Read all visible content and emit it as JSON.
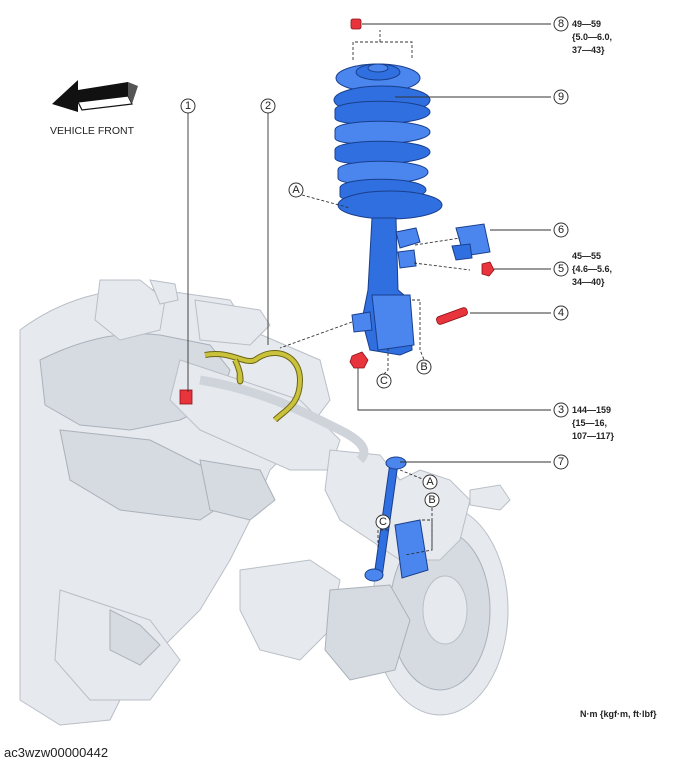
{
  "vehicle_front_label": "VEHICLE FRONT",
  "callouts": {
    "c1": "1",
    "c2": "2",
    "c3": "3",
    "c4": "4",
    "c5": "5",
    "c6": "6",
    "c7": "7",
    "c8": "8",
    "c9": "9"
  },
  "letters": {
    "a_upper": "A",
    "a_lower": "A",
    "b_upper": "B",
    "b_lower": "B",
    "c_upper": "C",
    "c_lower": "C"
  },
  "torque": {
    "t8": [
      "49—59",
      "{5.0—6.0,",
      "37—43}"
    ],
    "t5": [
      "45—55",
      "{4.6—5.6,",
      "34—40}"
    ],
    "t3": [
      "144—159",
      "{15—16,",
      "107—117}"
    ]
  },
  "unit_label": "N·m {kgf·m, ft·lbf}",
  "figure_id": "ac3wzw00000442",
  "colors": {
    "shock_absorber": "#2f6fe0",
    "fastener": "#e8343c",
    "harness": "#c9c23a",
    "body": "#e6e9ed"
  }
}
